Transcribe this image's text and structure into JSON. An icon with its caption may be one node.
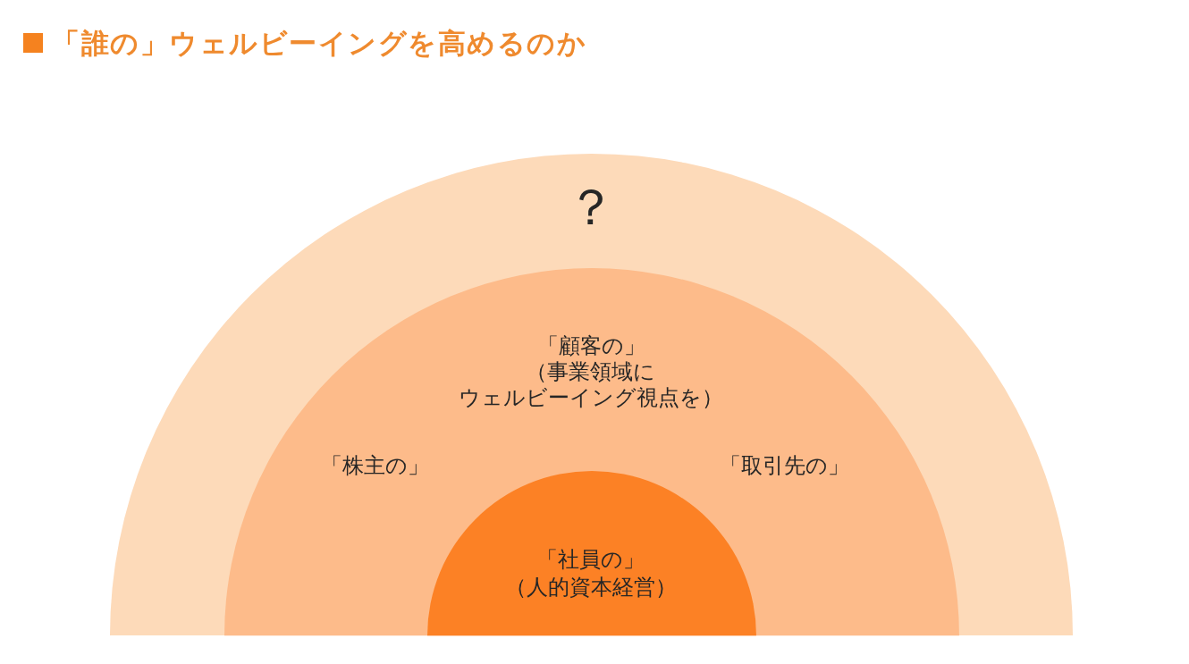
{
  "diagram": {
    "title": "「誰の」ウェルビーイングを高めるのか",
    "nodes": [
      {
        "text": [
          "？"
        ]
      },
      {
        "text": [
          "「顧客の」",
          "（事業領域にウェルビーイング視点を）",
          "「株主の」",
          "「取引先の」"
        ],
        "in": 0
      },
      {
        "text": [
          "「社員の」",
          "（人的資本経営）"
        ],
        "in": 1
      }
    ]
  }
}
